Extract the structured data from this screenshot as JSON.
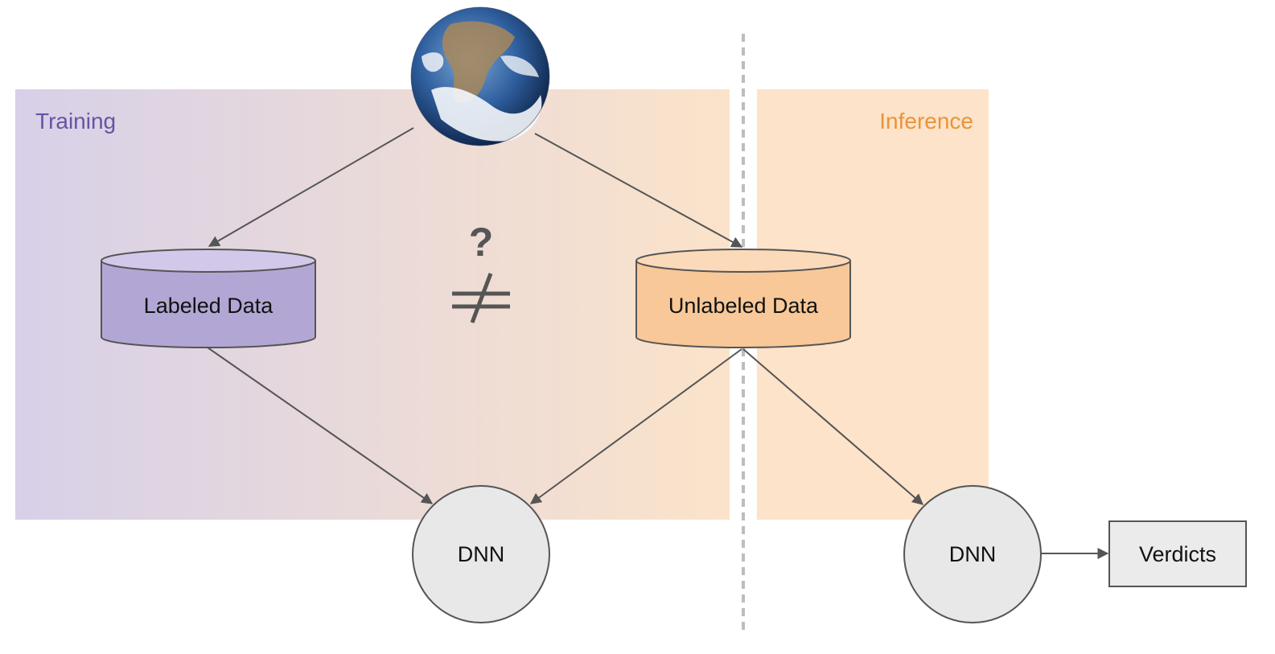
{
  "regions": {
    "training": {
      "label": "Training",
      "color": "#6a52a3"
    },
    "inference": {
      "label": "Inference",
      "color": "#e8943a"
    }
  },
  "nodes": {
    "world": {
      "icon": "earth-globe-icon"
    },
    "labeled_data": {
      "label": "Labeled Data"
    },
    "unlabeled_data": {
      "label": "Unlabeled Data"
    },
    "dnn_training": {
      "label": "DNN"
    },
    "dnn_inference": {
      "label": "DNN"
    },
    "verdicts": {
      "label": "Verdicts"
    }
  },
  "relation": {
    "question": "?",
    "not_equal_icon": "not-equal-icon"
  },
  "colors": {
    "training_tint": "#d7d0e8",
    "inference_tint": "#fce3ca",
    "labeled_fill": "#b2a7d4",
    "labeled_top": "#d2c9ea",
    "unlabeled_fill": "#f8c898",
    "unlabeled_top": "#fbdab9",
    "dnn_fill": "#e8e8e8",
    "verdicts_fill": "#ebebeb",
    "edge": "#555555",
    "divider": "#bdbdbd"
  }
}
